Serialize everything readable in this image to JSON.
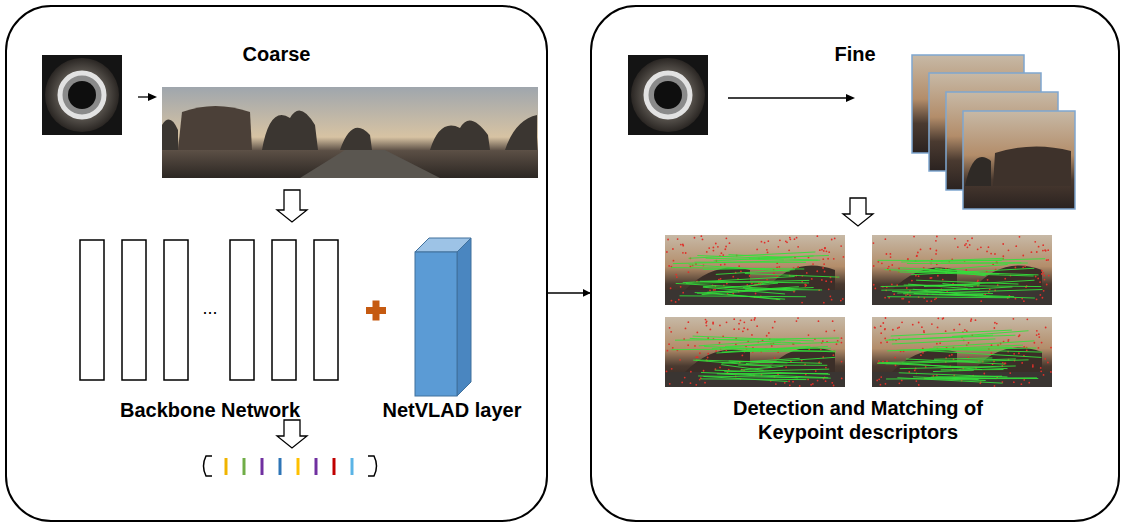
{
  "diagram": {
    "nodes": [
      {
        "text": [
          "Coarse"
        ]
      },
      {
        "text": [
          "Fine"
        ]
      }
    ],
    "edges": [
      {
        "from": 0,
        "to": 1,
        "arrow": "to"
      }
    ],
    "labels": [
      "...",
      "Backbone Network",
      "NetVLAD layer",
      "Detection and Matching of Keypoint descriptors"
    ]
  }
}
